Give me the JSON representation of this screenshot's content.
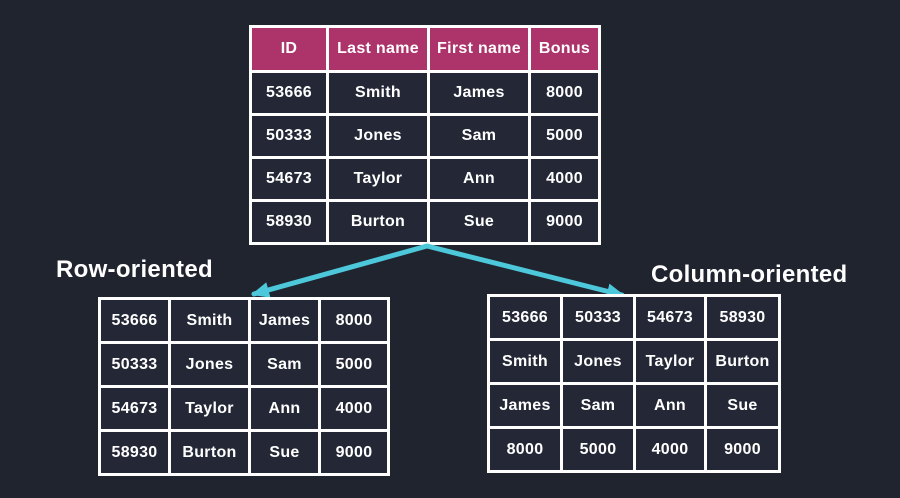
{
  "background": "#20242f",
  "colors": {
    "header_bg": "#ad336b",
    "cell_bg": "#242836",
    "border": "#ffffff",
    "arrow": "#4cc8da",
    "text": "#ffffff"
  },
  "top_table": {
    "headers": [
      "ID",
      "Last name",
      "First name",
      "Bonus"
    ],
    "rows": [
      [
        "53666",
        "Smith",
        "James",
        "8000"
      ],
      [
        "50333",
        "Jones",
        "Sam",
        "5000"
      ],
      [
        "54673",
        "Taylor",
        "Ann",
        "4000"
      ],
      [
        "58930",
        "Burton",
        "Sue",
        "9000"
      ]
    ]
  },
  "row_oriented": {
    "label": "Row-oriented",
    "table": [
      [
        "53666",
        "Smith",
        "James",
        "8000"
      ],
      [
        "50333",
        "Jones",
        "Sam",
        "5000"
      ],
      [
        "54673",
        "Taylor",
        "Ann",
        "4000"
      ],
      [
        "58930",
        "Burton",
        "Sue",
        "9000"
      ]
    ]
  },
  "column_oriented": {
    "label": "Column-oriented",
    "table": [
      [
        "53666",
        "50333",
        "54673",
        "58930"
      ],
      [
        "Smith",
        "Jones",
        "Taylor",
        "Burton"
      ],
      [
        "James",
        "Sam",
        "Ann",
        "Sue"
      ],
      [
        "8000",
        "5000",
        "4000",
        "9000"
      ]
    ]
  }
}
